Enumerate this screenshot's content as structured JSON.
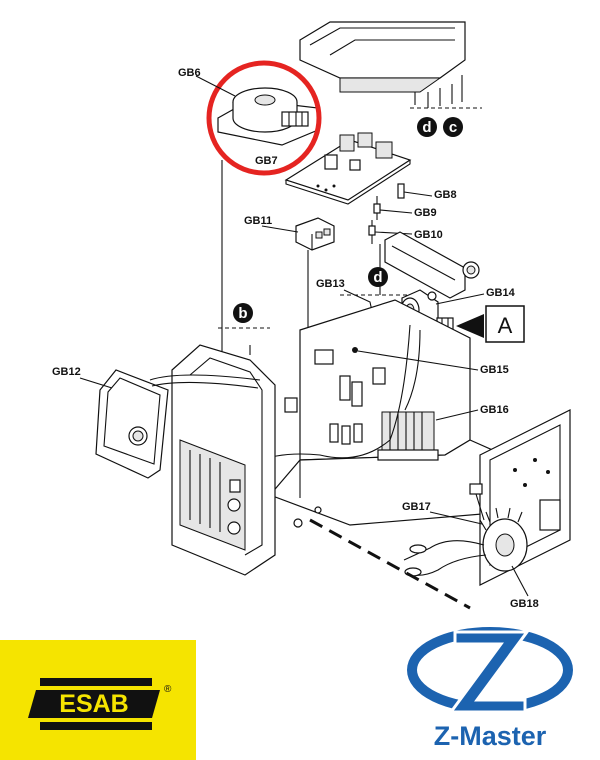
{
  "labels": {
    "gb6": "GB6",
    "gb7": "GB7",
    "gb8": "GB8",
    "gb9": "GB9",
    "gb10": "GB10",
    "gb11": "GB11",
    "gb12": "GB12",
    "gb13": "GB13",
    "gb14": "GB14",
    "gb15": "GB15",
    "gb16": "GB16",
    "gb17": "GB17",
    "gb18": "GB18",
    "marker_d": "d",
    "marker_c": "c",
    "marker_b": "b",
    "box_a": "A"
  },
  "colors": {
    "highlight": "#e52421",
    "esab_yellow": "#f5e400",
    "esab_black": "#111111",
    "zmaster_blue": "#1c63b0"
  },
  "logos": {
    "esab": {
      "text": "ESAB",
      "mark": "®"
    },
    "zmaster": {
      "text": "Z-Master"
    }
  }
}
